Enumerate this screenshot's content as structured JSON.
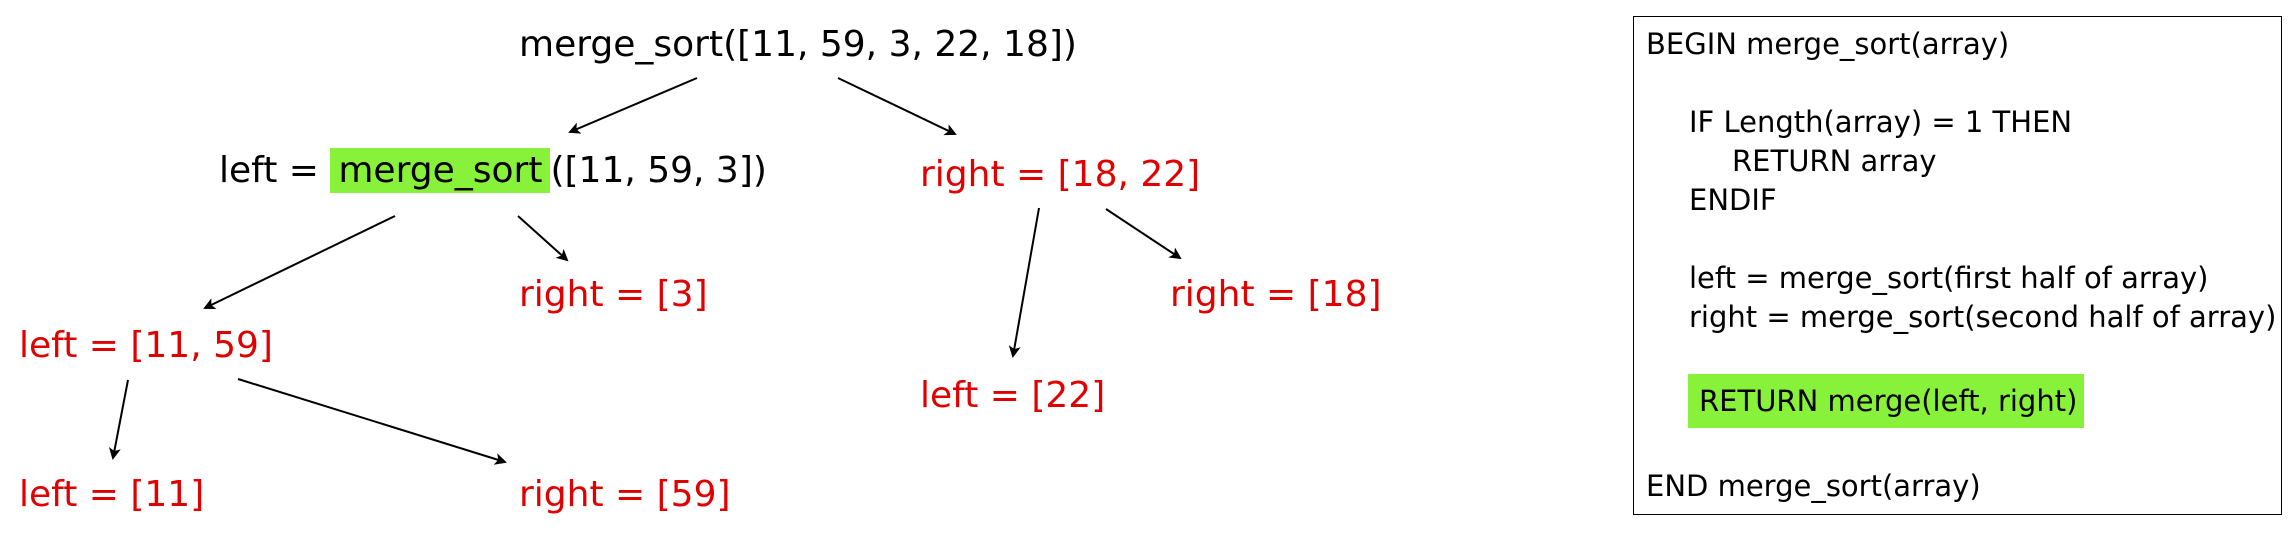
{
  "tree": {
    "root": {
      "text": "merge_sort([11, 59, 3, 22, 18])"
    },
    "level1_left": {
      "prefix": "left = ",
      "highlighted": "merge_sort",
      "suffix": "([11, 59, 3])"
    },
    "level1_right": {
      "text": "right = [18, 22]"
    },
    "level2_left_right": {
      "text": "right = [3]"
    },
    "level2_left_left": {
      "text": "left = [11, 59]"
    },
    "level2_right_left": {
      "text": "left = [22]"
    },
    "level2_right_right": {
      "text": "right = [18]"
    },
    "level3_left": {
      "text": "left = [11]"
    },
    "level3_right": {
      "text": "right = [59]"
    }
  },
  "pseudocode": {
    "lines": [
      "BEGIN merge_sort(array)",
      "IF Length(array) = 1 THEN",
      "RETURN array",
      "ENDIF",
      "left = merge_sort(first half of array)",
      "right = merge_sort(second half of array)",
      "RETURN merge(left, right)",
      "END merge_sort(array)"
    ],
    "highlighted_line_index": 6
  },
  "colors": {
    "highlight": "#88f23a",
    "resolved_text": "#e00000",
    "active_text": "#000000"
  }
}
